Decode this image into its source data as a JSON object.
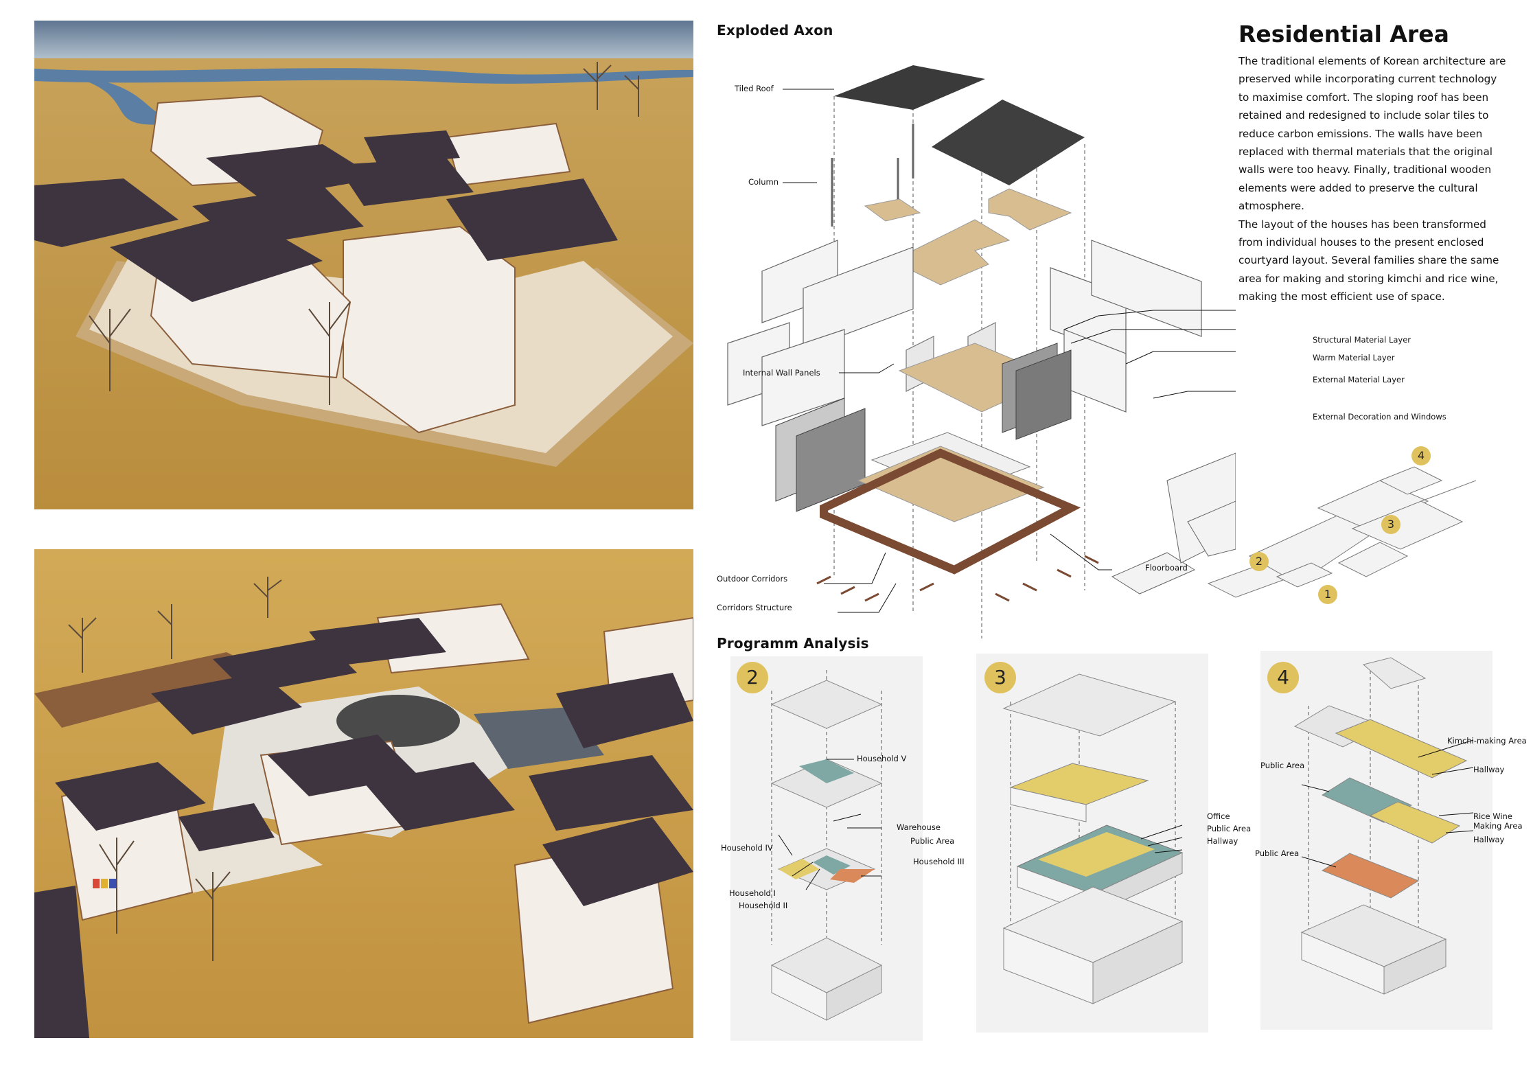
{
  "headings": {
    "main_title": "Residential Area",
    "exploded_axon": "Exploded Axon",
    "program_analysis": "Programm Analysis"
  },
  "description": [
    "The traditional elements of Korean architecture are preserved while incorporating current technology to maximise comfort. The sloping roof has been retained and redesigned to include solar tiles to reduce carbon emissions. The walls have been replaced with thermal materials that the original walls were too heavy. Finally, traditional wooden elements were added to preserve the cultural atmosphere.",
    "The layout of the houses has been transformed from individual houses to the present enclosed courtyard layout. Several families share the same area for making and storing kimchi and rice wine, making the most efficient use of space."
  ],
  "axon_labels": {
    "tiled_roof": "Tiled Roof",
    "column": "Column",
    "internal_wall_panels": "Internal Wall Panels",
    "outdoor_corridors": "Outdoor Corridors",
    "corridors_structure": "Corridors Structure",
    "floorboard": "Floorboard",
    "structural_material_layer": "Structural Material Layer",
    "warm_material_layer": "Warm Material Layer",
    "external_material_layer": "External Material Layer",
    "external_decoration_windows": "External Decoration and Windows"
  },
  "site_key": [
    "1",
    "2",
    "3",
    "4"
  ],
  "panels": {
    "p2": {
      "number": "2",
      "labels": {
        "household_v": "Household V",
        "warehouse": "Warehouse",
        "public_area": "Public Area",
        "household_iv": "Household IV",
        "household_iii": "Household III",
        "household_i": "Household I",
        "household_ii": "Household II"
      }
    },
    "p3": {
      "number": "3",
      "labels": {
        "office": "Office",
        "public_area": "Public Area",
        "hallway": "Hallway"
      }
    },
    "p4": {
      "number": "4",
      "labels": {
        "kimchi_area": "Kimchi-making Area",
        "hallway_top": "Hallway",
        "public_area_top": "Public Area",
        "rice_wine": "Rice Wine",
        "making_area": "Making Area",
        "hallway_bottom": "Hallway",
        "public_area_bottom": "Public Area"
      }
    }
  },
  "colors": {
    "grass": "#c9a24e",
    "roof": "#3d3440",
    "wall": "#f1ede6",
    "deck": "#8b5e3c",
    "accent_yellow": "#e3cc6a",
    "accent_teal": "#7fa8a4",
    "accent_orange": "#d9895a",
    "badge": "#dfc25e"
  }
}
